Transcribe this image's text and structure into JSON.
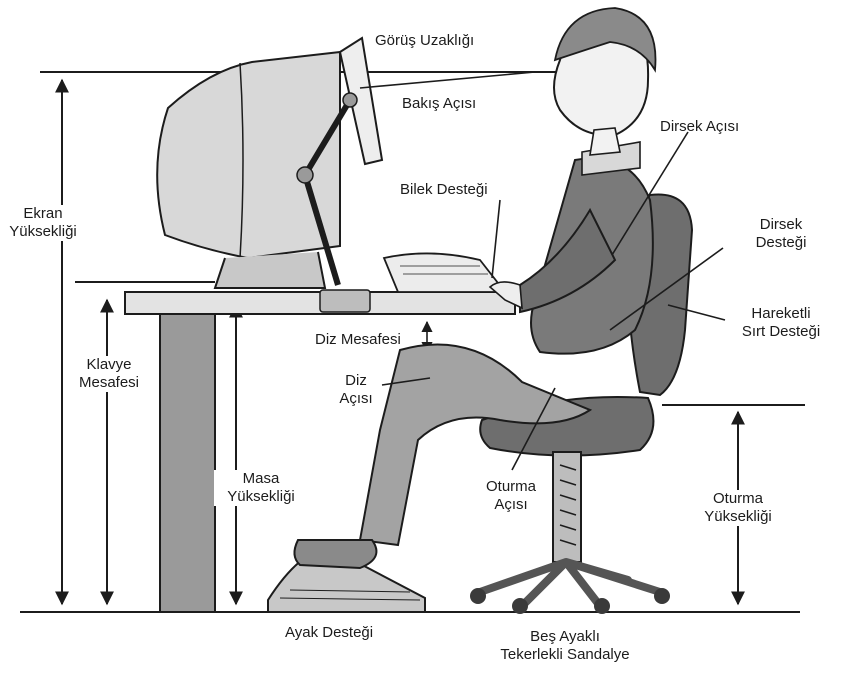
{
  "labels": {
    "gorus_uzakligi": "Görüş Uzaklığı",
    "bakis_acisi": "Bakış Açısı",
    "dirsek_acisi": "Dirsek Açısı",
    "bilek_destegi": "Bilek Desteği",
    "dirsek_destegi_1": "Dirsek",
    "dirsek_destegi_2": "Desteği",
    "ekran_1": "Ekran",
    "ekran_2": "Yüksekliği",
    "hareketli_1": "Hareketli",
    "hareketli_2": "Sırt Desteği",
    "diz_mesafesi": "Diz Mesafesi",
    "klavye_1": "Klavye",
    "klavye_2": "Mesafesi",
    "diz_acisi_1": "Diz",
    "diz_acisi_2": "Açısı",
    "masa_1": "Masa",
    "masa_2": "Yüksekliği",
    "oturma_acisi_1": "Oturma",
    "oturma_acisi_2": "Açısı",
    "oturma_yuk_1": "Oturma",
    "oturma_yuk_2": "Yüksekliği",
    "ayak_destegi": "Ayak Desteği",
    "sandalye_1": "Beş Ayaklı",
    "sandalye_2": "Tekerlekli Sandalye"
  },
  "colors": {
    "ink": "#1c1c1c",
    "shade_dark": "#6e6e6e",
    "shade_mid": "#a3a3a3",
    "shade_light": "#d8d8d8"
  }
}
